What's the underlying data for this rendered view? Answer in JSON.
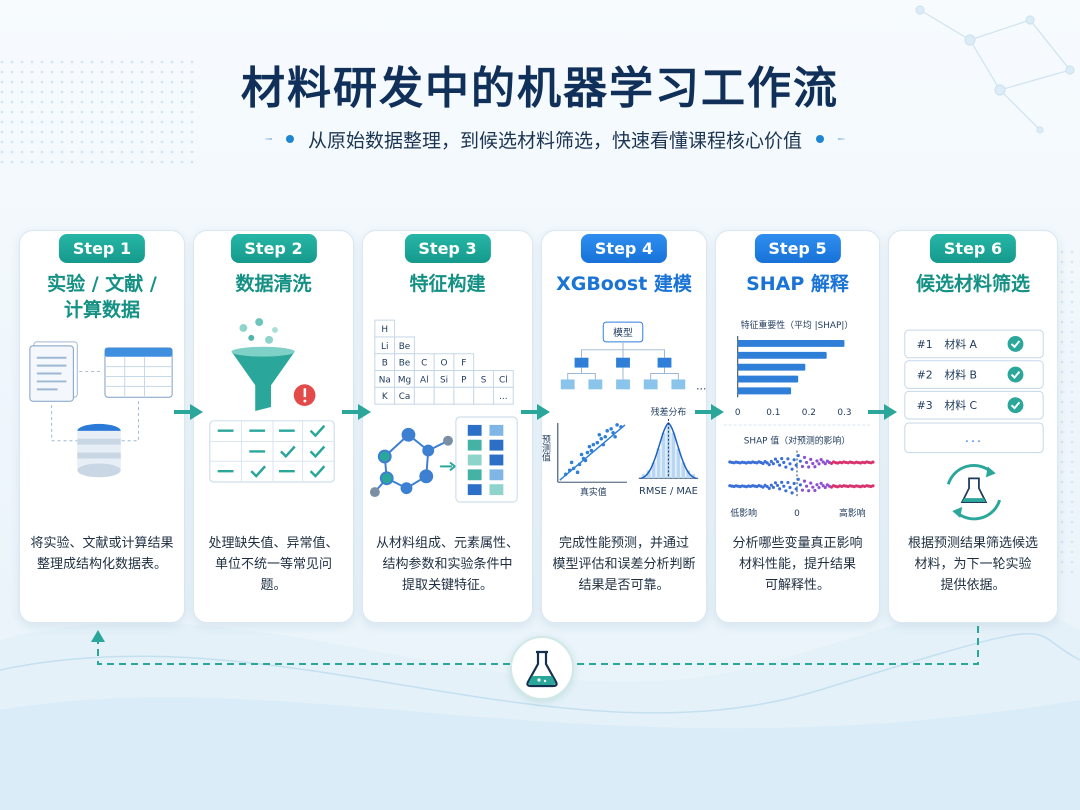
{
  "header": {
    "title": "材料研发中的机器学习工作流",
    "subtitle": "从原始数据整理，到候选材料筛选，快速看懂课程核心价值"
  },
  "steps": [
    {
      "badge": "Step 1",
      "title_line1": "实验 / 文献 /",
      "title_line2": "计算数据",
      "desc_line1": "将实验、文献或计算结果",
      "desc_line2": "整理成结构化数据表。",
      "color": "#159a8c"
    },
    {
      "badge": "Step 2",
      "title": "数据清洗",
      "desc_line1": "处理缺失值、异常值、",
      "desc_line2": "单位不统一等常见问题。",
      "color": "#159a8c"
    },
    {
      "badge": "Step 3",
      "title": "特征构建",
      "desc_line1": "从材料组成、元素属性、",
      "desc_line2": "结构参数和实验条件中",
      "desc_line3": "提取关键特征。",
      "color": "#159a8c",
      "periodic_rows": [
        [
          "H"
        ],
        [
          "Li",
          "Be"
        ],
        [
          "B",
          "Be",
          "C",
          "O",
          "F"
        ],
        [
          "Na",
          "Mg",
          "Al",
          "Si",
          "P",
          "S",
          "Cl"
        ],
        [
          "K",
          "Ca",
          "",
          "",
          "",
          "",
          "..."
        ]
      ]
    },
    {
      "badge": "Step 4",
      "title": "XGBoost 建模",
      "desc_line1": "完成性能预测，并通过",
      "desc_line2": "模型评估和误差分析判断",
      "desc_line3": "结果是否可靠。",
      "color": "#1a74d6",
      "tree_root": "模型",
      "tree_ellipsis": "...",
      "scatter_ylabel": "预测值",
      "scatter_xlabel": "真实值",
      "residual_label": "残差分布",
      "metric_label": "RMSE / MAE"
    },
    {
      "badge": "Step 5",
      "title": "SHAP 解释",
      "desc_line1": "分析哪些变量真正影响",
      "desc_line2": "材料性能，提升结果",
      "desc_line3": "可解释性。",
      "color": "#1a74d6",
      "importance_title": "特征重要性（平均 |SHAP|）",
      "importance_values": [
        0.3,
        0.25,
        0.19,
        0.17,
        0.15
      ],
      "importance_ticks": [
        "0",
        "0.1",
        "0.2",
        "0.3"
      ],
      "shap_title": "SHAP 值（对预测的影响）",
      "shap_low": "低影响",
      "shap_zero": "0",
      "shap_high": "高影响"
    },
    {
      "badge": "Step 6",
      "title": "候选材料筛选",
      "desc_line1": "根据预测结果筛选候选",
      "desc_line2": "材料，为下一轮实验",
      "desc_line3": "提供依据。",
      "color": "#159a8c",
      "candidates": [
        {
          "rank": "#1",
          "name": "材料 A"
        },
        {
          "rank": "#2",
          "name": "材料 B"
        },
        {
          "rank": "#3",
          "name": "材料 C"
        }
      ],
      "more": "..."
    }
  ],
  "colors": {
    "teal": "#159a8c",
    "blue": "#1a74d6",
    "navy": "#10305a"
  }
}
